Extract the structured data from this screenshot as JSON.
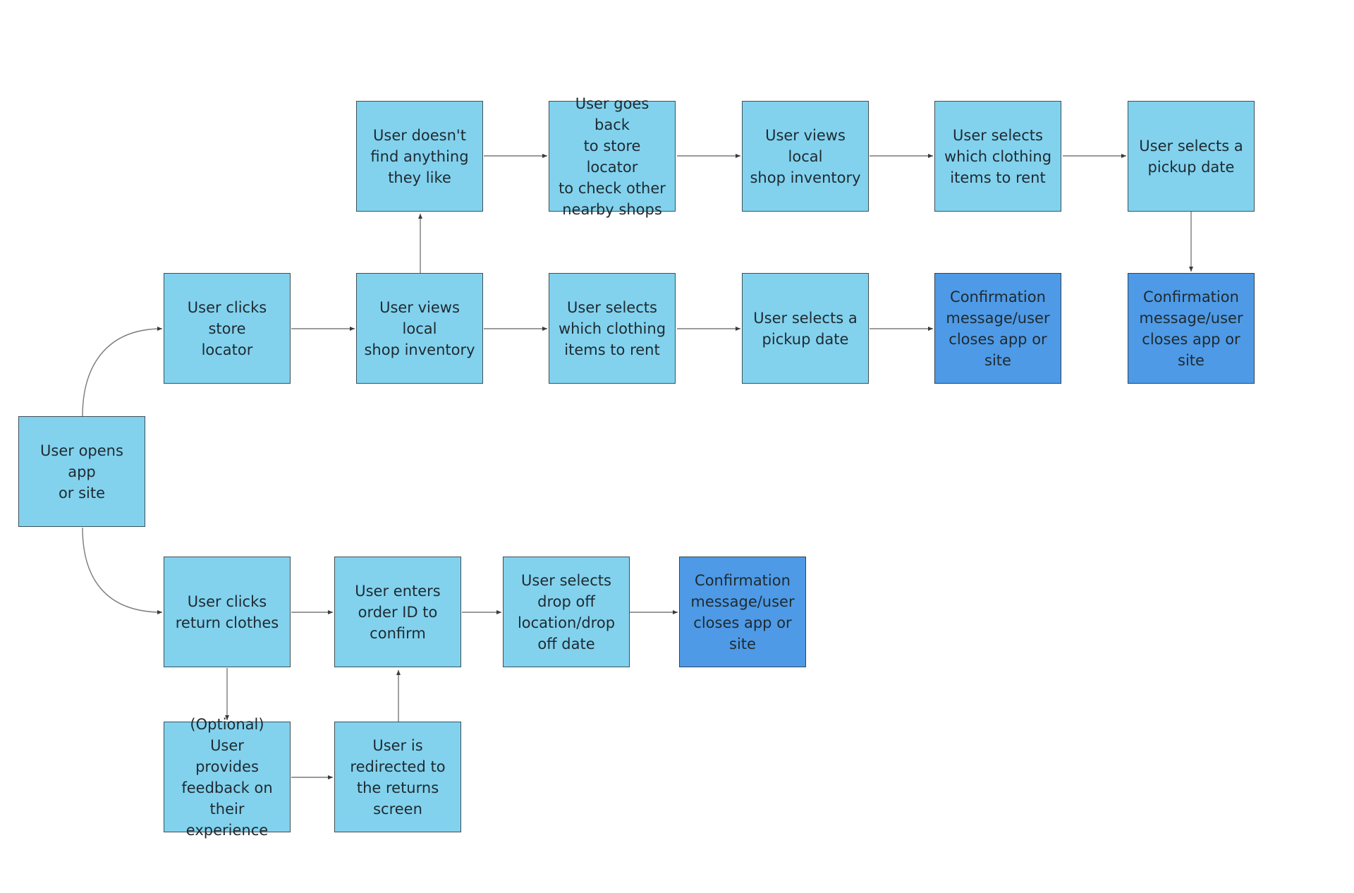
{
  "diagram": {
    "nodes": {
      "open": "User opens app\nor site",
      "store_locator": "User clicks store\nlocator",
      "views_inventory": "User views local\nshop inventory",
      "selects_items": "User selects\nwhich clothing\nitems to rent",
      "pickup_date": "User selects a\npickup date",
      "confirm_1": "Confirmation\nmessage/user\ncloses app or\nsite",
      "not_found": "User doesn't\nfind anything\nthey like",
      "goes_back": "User goes back\nto store locator\nto check other\nnearby shops",
      "views_inventory_2": "User views local\nshop inventory",
      "selects_items_2": "User selects\nwhich clothing\nitems to rent",
      "pickup_date_2": "User selects a\npickup date",
      "confirm_2": "Confirmation\nmessage/user\ncloses app or\nsite",
      "return_clothes": "User clicks\nreturn clothes",
      "order_id": "User enters\norder ID to\nconfirm",
      "drop_off": "User selects\ndrop off\nlocation/drop\noff date",
      "confirm_3": "Confirmation\nmessage/user\ncloses app or\nsite",
      "feedback": "(Optional) User\nprovides\nfeedback on\ntheir experience",
      "redirected": "User is\nredirected to\nthe returns\nscreen"
    },
    "edges": [
      [
        "open",
        "store_locator"
      ],
      [
        "open",
        "return_clothes"
      ],
      [
        "store_locator",
        "views_inventory"
      ],
      [
        "views_inventory",
        "selects_items"
      ],
      [
        "selects_items",
        "pickup_date"
      ],
      [
        "pickup_date",
        "confirm_1"
      ],
      [
        "views_inventory",
        "not_found"
      ],
      [
        "not_found",
        "goes_back"
      ],
      [
        "goes_back",
        "views_inventory_2"
      ],
      [
        "views_inventory_2",
        "selects_items_2"
      ],
      [
        "selects_items_2",
        "pickup_date_2"
      ],
      [
        "pickup_date_2",
        "confirm_2"
      ],
      [
        "return_clothes",
        "order_id"
      ],
      [
        "order_id",
        "drop_off"
      ],
      [
        "drop_off",
        "confirm_3"
      ],
      [
        "return_clothes",
        "feedback"
      ],
      [
        "feedback",
        "redirected"
      ],
      [
        "redirected",
        "order_id"
      ]
    ],
    "colors": {
      "step_fill": "#82d2ee",
      "end_fill": "#4e9ae6",
      "border": "#3d4f57",
      "connector": "#7a7a7a"
    }
  }
}
